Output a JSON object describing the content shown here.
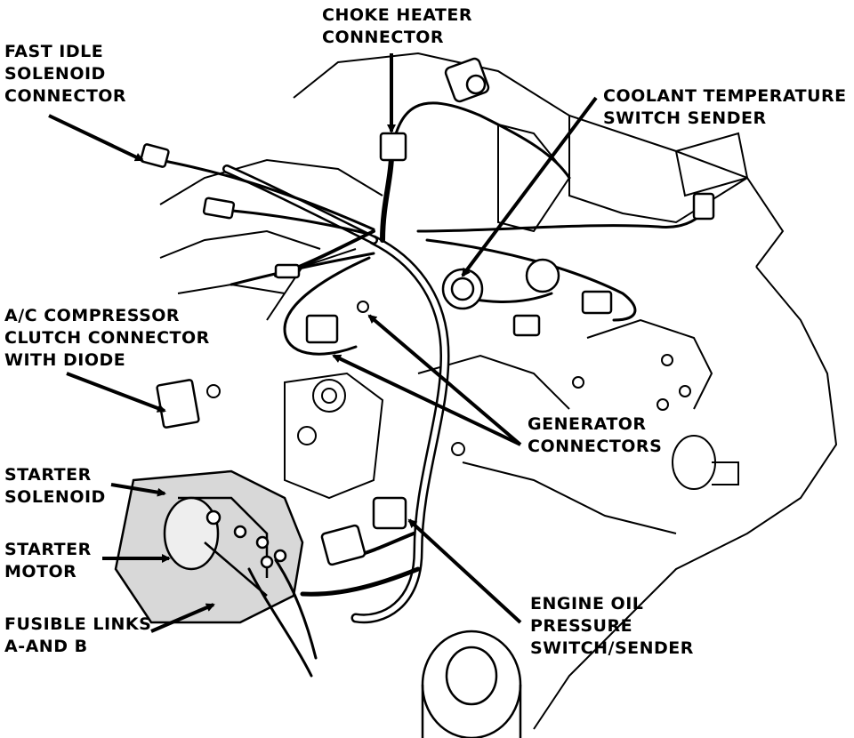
{
  "diagram": {
    "colors": {
      "ink": "#000000",
      "paper": "#ffffff",
      "shade": "#c8c8c8"
    },
    "labels": {
      "choke_heater": [
        "CHOKE HEATER",
        "CONNECTOR"
      ],
      "fast_idle": [
        "FAST IDLE",
        "SOLENOID",
        "CONNECTOR"
      ],
      "coolant": [
        "COOLANT TEMPERATURE",
        "SWITCH SENDER"
      ],
      "ac_compressor": [
        "A/C COMPRESSOR",
        "CLUTCH CONNECTOR",
        "WITH DIODE"
      ],
      "generator": [
        "GENERATOR",
        "CONNECTORS"
      ],
      "starter_solenoid": [
        "STARTER",
        "SOLENOID"
      ],
      "starter_motor": [
        "STARTER",
        "MOTOR"
      ],
      "fusible_links": [
        "FUSIBLE LINKS",
        "A-AND B"
      ],
      "oil_pressure": [
        "ENGINE OIL",
        "PRESSURE",
        "SWITCH/SENDER"
      ]
    }
  }
}
